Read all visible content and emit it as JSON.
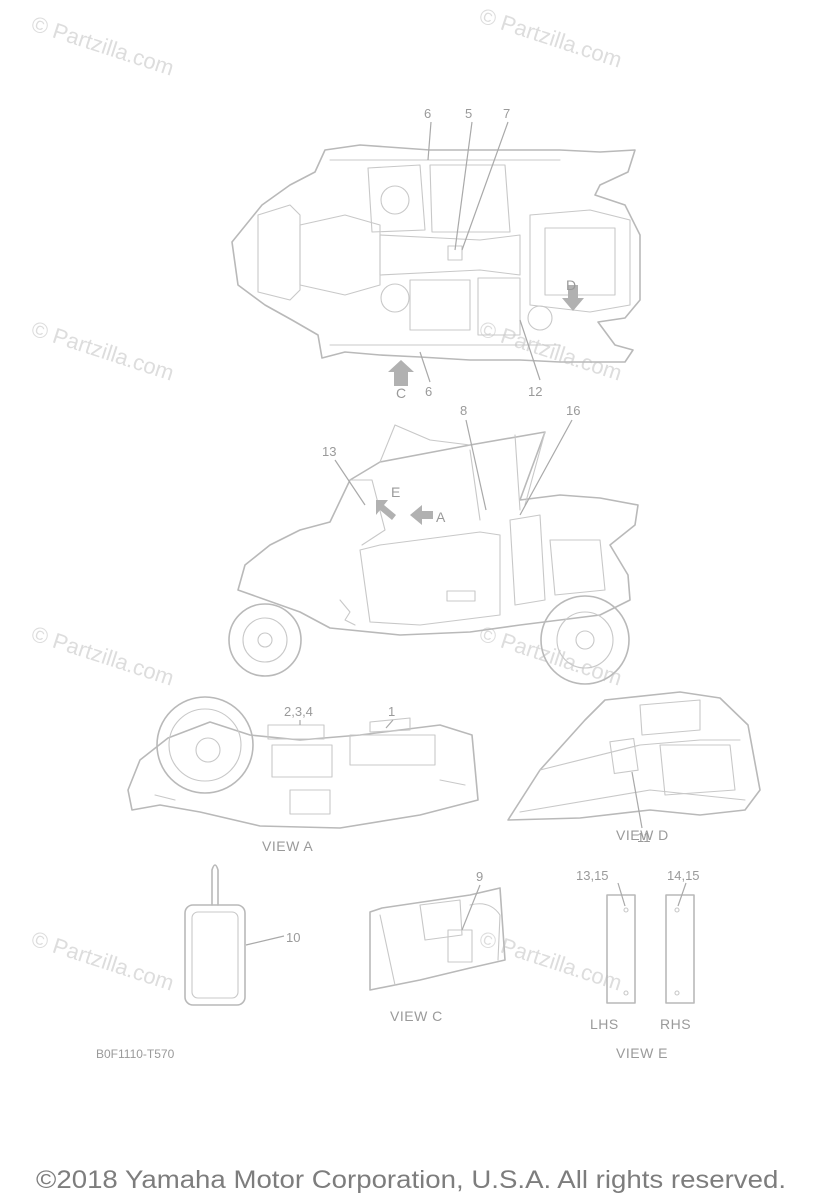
{
  "watermark": "© Partzilla.com",
  "callouts": {
    "c1": "1",
    "c234": "2,3,4",
    "c5": "5",
    "c6a": "6",
    "c6b": "6",
    "c7": "7",
    "c8": "8",
    "c9": "9",
    "c10": "10",
    "c11": "11",
    "c12": "12",
    "c13": "13",
    "c1315": "13,15",
    "c1415": "14,15",
    "c16": "16"
  },
  "view_letters": {
    "a": "A",
    "c": "C",
    "d": "D",
    "e": "E"
  },
  "view_labels": {
    "a": "VIEW A",
    "c": "VIEW C",
    "d": "VIEW D",
    "e": "VIEW E"
  },
  "side_labels": {
    "lhs": "LHS",
    "rhs": "RHS"
  },
  "diagram_code": "B0F1110-T570",
  "copyright": "©2018 Yamaha Motor Corporation, U.S.A. All rights reserved."
}
